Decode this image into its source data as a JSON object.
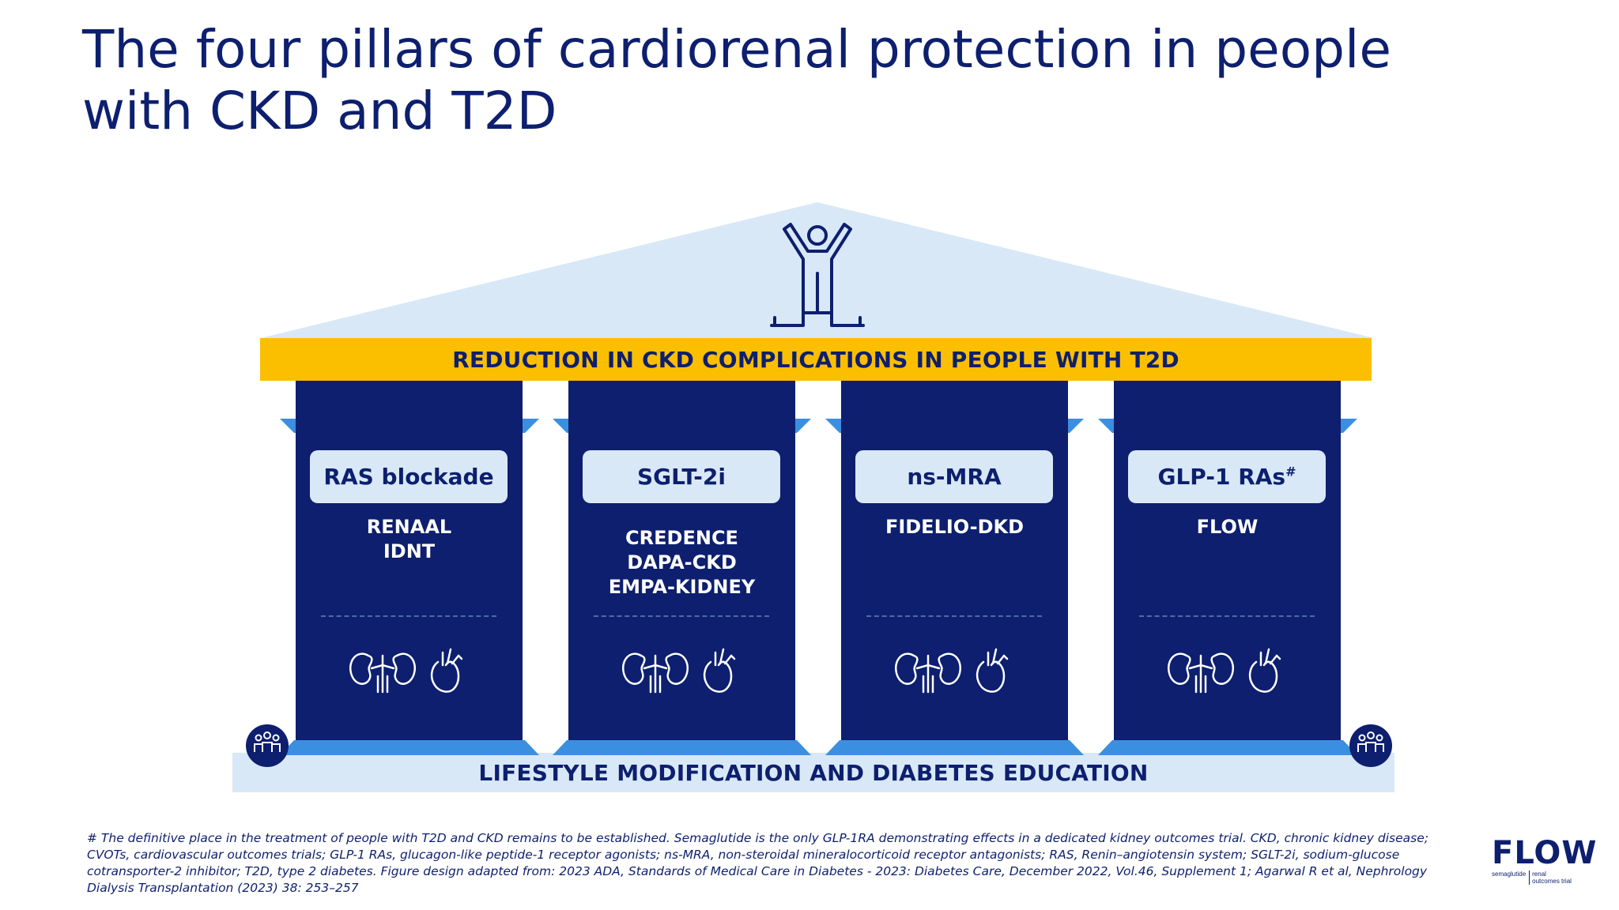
{
  "title": "The four pillars of cardiorenal protection in people with CKD and T2D",
  "roof_label": "REDUCTION IN CKD COMPLICATIONS IN PEOPLE WITH T2D",
  "base_label": "LIFESTYLE MODIFICATION AND DIABETES EDUCATION",
  "pillars": [
    {
      "label": "RAS blockade",
      "trials": [
        "RENAAL",
        "IDNT"
      ]
    },
    {
      "label": "SGLT-2i",
      "trials": [
        "CREDENCE",
        "DAPA-CKD",
        "EMPA-KIDNEY"
      ]
    },
    {
      "label": "ns-MRA",
      "trials": [
        "FIDELIO-DKD"
      ]
    },
    {
      "label": "GLP-1 RAs",
      "label_sup": "#",
      "trials": [
        "FLOW"
      ]
    }
  ],
  "icons": {
    "roof": "person-arms-raised-icon",
    "organs": [
      "kidneys-icon",
      "heart-icon"
    ],
    "corners": "people-group-icon"
  },
  "colors": {
    "navy": "#0d1f6e",
    "gold": "#fbbf00",
    "light_blue": "#d8e8f7",
    "mid_blue": "#3b8fe0"
  },
  "footnote": "# The definitive place in the treatment of people with T2D and CKD remains to be established. Semaglutide is the only GLP-1RA demonstrating effects in a dedicated kidney outcomes trial. CKD, chronic kidney disease; CVOTs, cardiovascular outcomes trials; GLP-1 RAs, glucagon-like peptide-1 receptor agonists; ns-MRA, non-steroidal mineralocorticoid receptor antagonists; RAS, Renin–angiotensin system; SGLT-2i, sodium-glucose cotransporter-2 inhibitor; T2D, type 2 diabetes. Figure design adapted from: 2023 ADA, Standards of Medical Care in Diabetes - 2023: Diabetes Care, December 2022, Vol.46, Supplement 1; Agarwal R et al, Nephrology Dialysis Transplantation (2023) 38: 253–257",
  "logo": {
    "word": "FLOW",
    "sub_left": "semaglutide",
    "sub_right_1": "renal",
    "sub_right_2": "outcomes trial"
  }
}
